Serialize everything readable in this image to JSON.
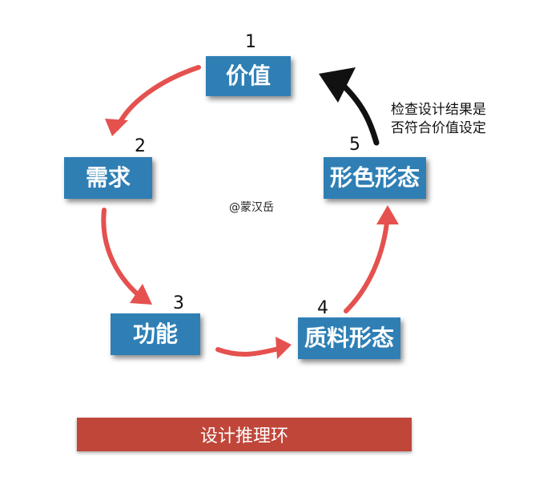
{
  "diagram": {
    "steps": [
      {
        "num": "1",
        "label": "价值"
      },
      {
        "num": "2",
        "label": "需求"
      },
      {
        "num": "3",
        "label": "功能"
      },
      {
        "num": "4",
        "label": "质料形态"
      },
      {
        "num": "5",
        "label": "形色形态"
      }
    ],
    "note_line1": "检查设计结果是",
    "note_line2": "否符合价值设定",
    "watermark": "@蒙汉岳",
    "footer_title": "设计推理环",
    "colors": {
      "box": "#2f7fb5",
      "arrow": "#e4514f",
      "feedback_arrow": "#111111",
      "footer": "#c0463a"
    }
  }
}
